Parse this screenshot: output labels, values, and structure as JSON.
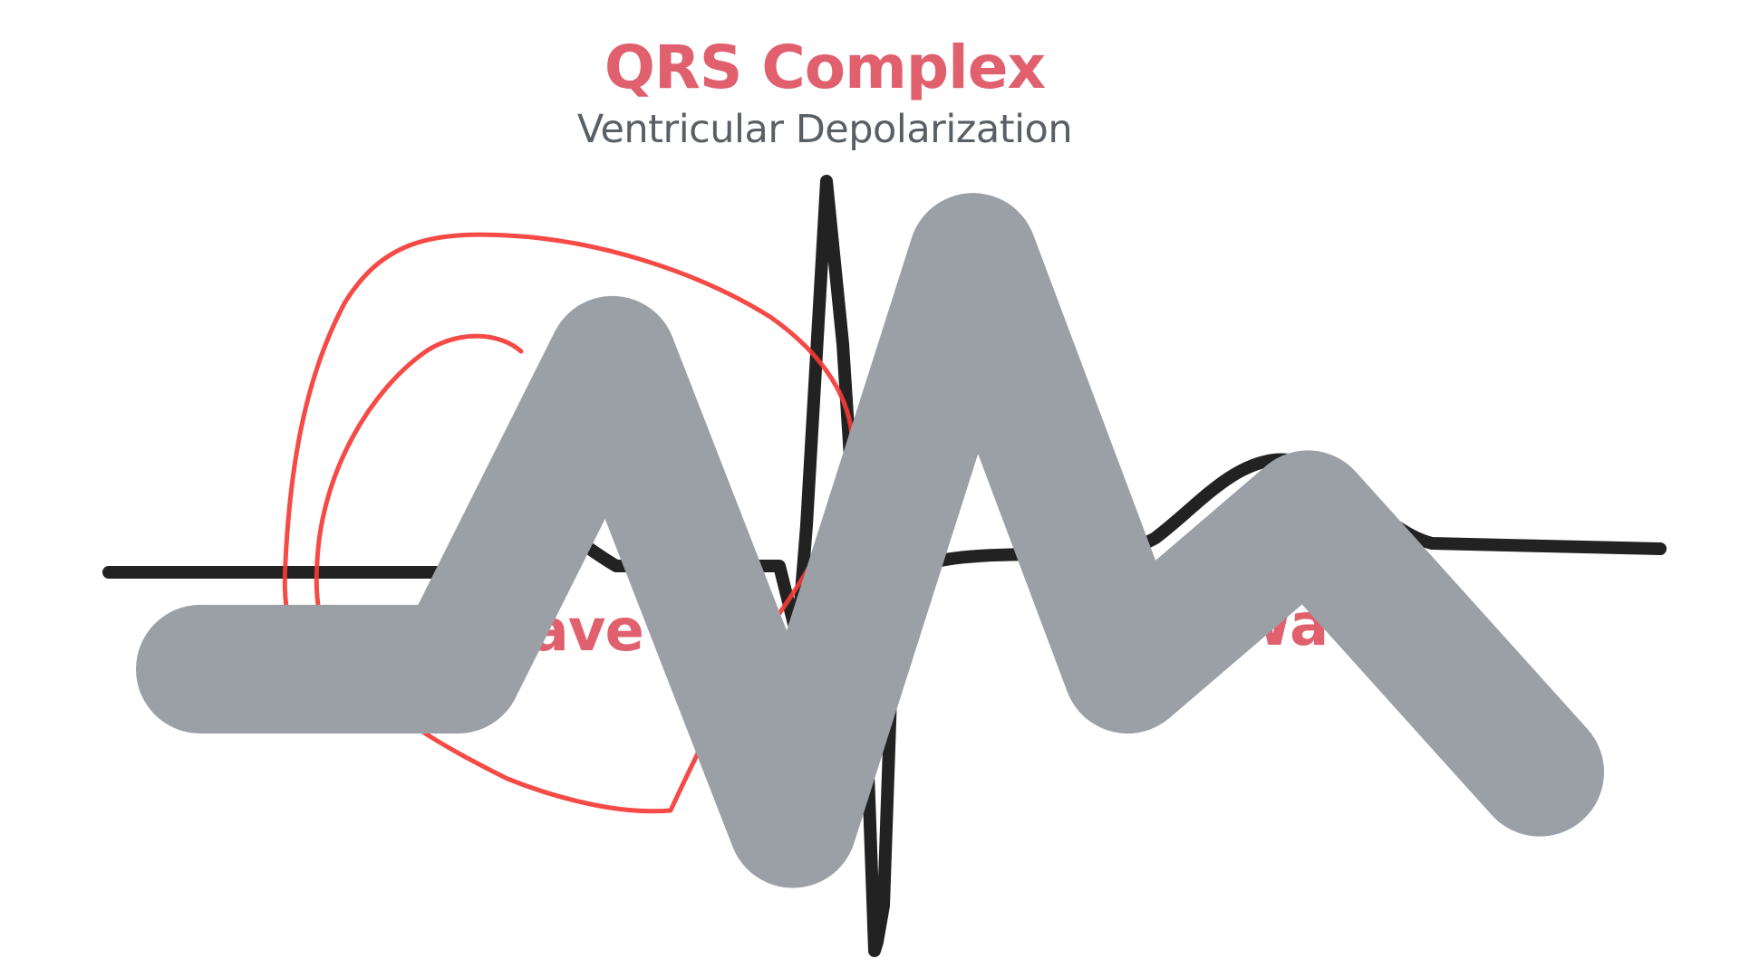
{
  "qrs": {
    "title": "QRS Complex",
    "subtitle": "Ventricular Depolarization"
  },
  "p_wave": {
    "label": "P Wave"
  },
  "t_wave": {
    "label": "T Wave"
  },
  "colors": {
    "background": "#ffffff",
    "trace": "#222222",
    "label": "#e0606e",
    "subtitle": "#5a5f66",
    "annotation": "#f43b36",
    "logo": "#9aa0a6"
  },
  "icons": {
    "logo": "ecg-pulse-logo-icon"
  }
}
